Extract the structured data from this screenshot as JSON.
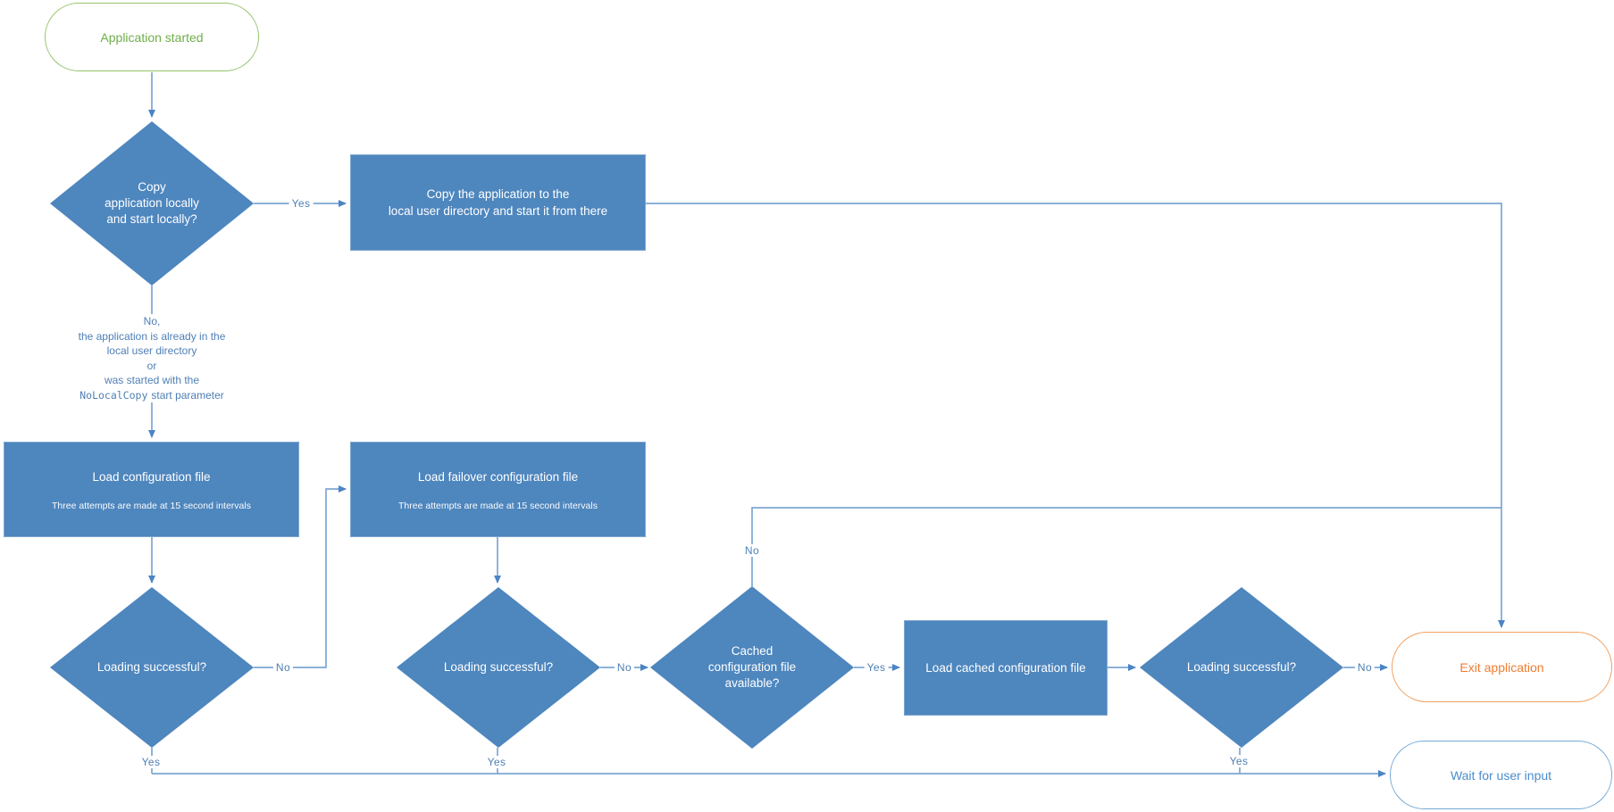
{
  "colors": {
    "node_fill": "#4e86be",
    "node_text": "#ffffff",
    "connector": "#7ca7d3",
    "arrowhead": "#4c84c4",
    "edge_label_text": "#4e7fb5",
    "start_border": "#95c36c",
    "start_text": "#6fae49",
    "exit_border": "#f0a161",
    "exit_text": "#ed7d31",
    "wait_border": "#74a9d8",
    "wait_text": "#4a8ccd"
  },
  "nodes": {
    "start": {
      "label": "Application started"
    },
    "decision_copy": {
      "line1": "Copy",
      "line2": "application locally",
      "line3": "and start locally?"
    },
    "process_copy": {
      "line1": "Copy the application to the",
      "line2": "local user directory and start it from there"
    },
    "process_load": {
      "title": "Load configuration file",
      "subtitle": "Three attempts are made at 15 second intervals"
    },
    "process_failover": {
      "title": "Load failover configuration file",
      "subtitle": "Three attempts are made at 15 second intervals"
    },
    "decision_load1": {
      "label": "Loading successful?"
    },
    "decision_load2": {
      "label": "Loading successful?"
    },
    "decision_cached": {
      "line1": "Cached",
      "line2": "configuration file",
      "line3": "available?"
    },
    "process_cached": {
      "label": "Load cached configuration file"
    },
    "decision_load3": {
      "label": "Loading successful?"
    },
    "exit": {
      "label": "Exit application"
    },
    "wait": {
      "label": "Wait for user input"
    }
  },
  "note": {
    "line1": "No,",
    "line2": "the application is already in the",
    "line3": "local user directory",
    "line4": "or",
    "line5": "was started with the",
    "code": "NoLocalCopy",
    "line6": "start parameter"
  },
  "edge_labels": {
    "yes_copy": "Yes",
    "no_load1": "No",
    "no_load2": "No",
    "no_cached": "No",
    "yes_cached": "Yes",
    "no_load3": "No",
    "yes_load1": "Yes",
    "yes_load2": "Yes",
    "yes_load3": "Yes"
  }
}
